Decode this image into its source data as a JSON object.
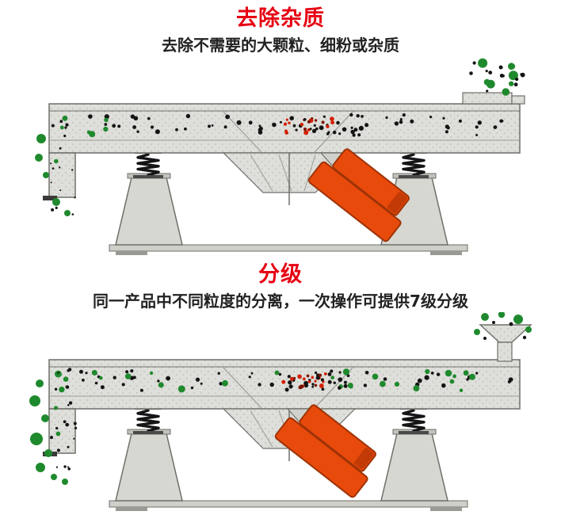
{
  "page": {
    "background": "#ffffff"
  },
  "colors": {
    "title_red": "#e60012",
    "text_black": "#222222",
    "machine_body": "#dededa",
    "machine_speckle": "#b4b4ae",
    "machine_edge": "#6f6f6a",
    "leg_fill": "#d7d7d2",
    "spring_black": "#151515",
    "motor_orange": "#e84a0c",
    "motor_edge": "#9e3305",
    "base_gray": "#cfcfca",
    "particle_black": "#141414",
    "particle_green": "#1f8a2d",
    "particle_red": "#d21f00",
    "particle_dark_red": "#7c1400"
  },
  "sections": [
    {
      "id": "remove-impurities",
      "title": "去除杂质",
      "subtitle": "去除不需要的大颗粒、细粉或杂质",
      "feed": "box"
    },
    {
      "id": "classification",
      "title": "分级",
      "subtitle": "同一产品中不同粒度的分离，一次操作可提供7级分级",
      "feed": "funnel"
    }
  ]
}
